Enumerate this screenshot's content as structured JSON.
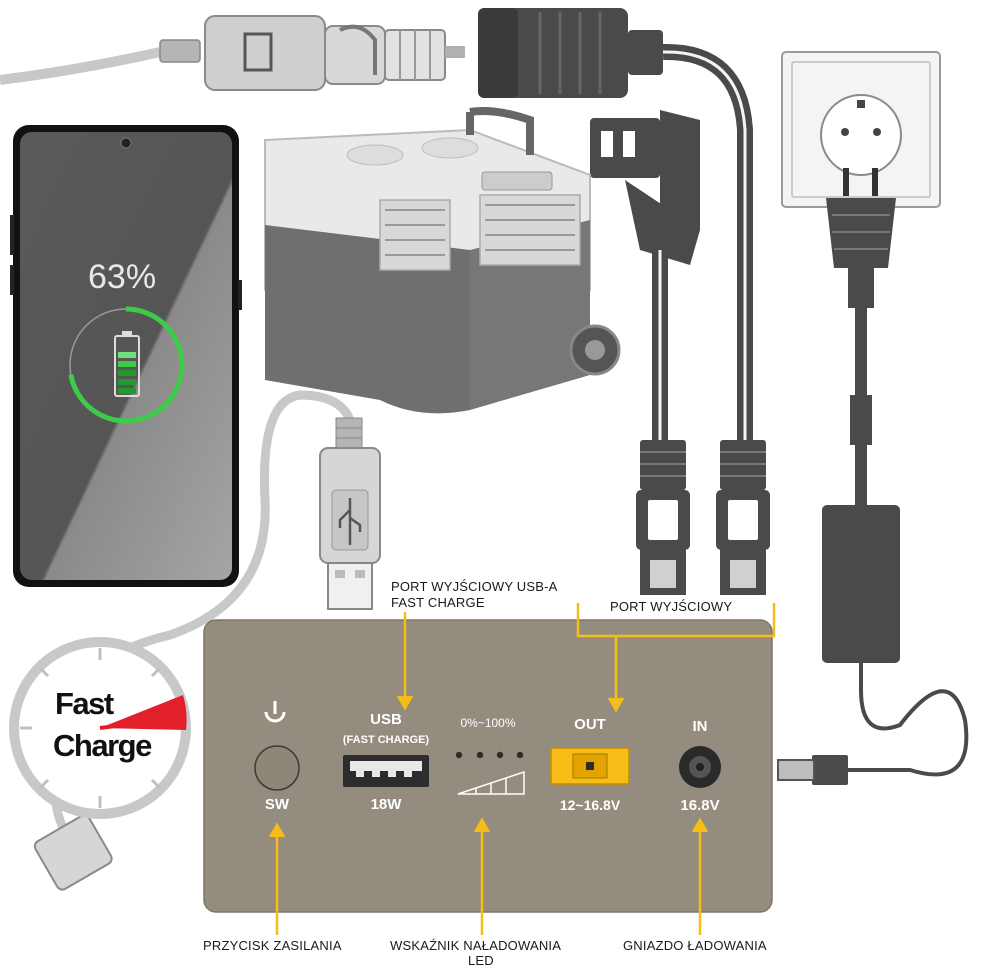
{
  "phone": {
    "battery_percent_text": "63%",
    "battery_level": 0.63
  },
  "badge": {
    "line1": "Fast",
    "line2": "Charge"
  },
  "panel": {
    "sw_label": "SW",
    "usb_label": "USB",
    "usb_sub": "(FAST CHARGE)",
    "usb_power": "18W",
    "led_range": "0%~100%",
    "out_label": "OUT",
    "out_voltage": "12~16.8V",
    "in_label": "IN",
    "in_voltage": "16.8V"
  },
  "callouts": {
    "usb_port_line1": "PORT WYJŚCIOWY USB-A",
    "usb_port_line2": "FAST CHARGE",
    "output_port": "PORT WYJŚCIOWY",
    "power_button": "PRZYCISK ZASILANIA",
    "led_line1": "WSKAŹNIK NAŁADOWANIA",
    "led_line2": "LED",
    "charging_socket": "GNIAZDO ŁADOWANIA"
  },
  "colors": {
    "panel": "#948d7f",
    "callout": "#f6bd16",
    "phone_ring": "#3dcc4a",
    "gauge_red": "#e3202a",
    "out_port": "#f6bd16"
  },
  "icons": {
    "power": "power-icon",
    "usb": "usb-icon",
    "signal": "led-level-icon"
  }
}
